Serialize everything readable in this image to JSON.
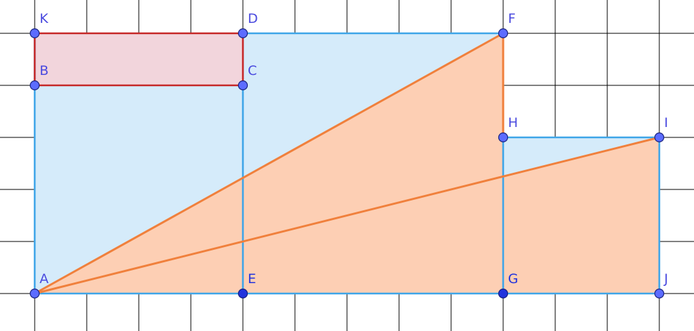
{
  "grid": {
    "color": "#000000",
    "show": true
  },
  "colors": {
    "blue_fill": "#d5ebfa",
    "blue_stroke": "#3ea5e8",
    "red_fill": "#f2d5dc",
    "red_stroke": "#c62828",
    "orange_fill": "#fdcfb4",
    "orange_stroke": "#f0803c",
    "point_fill": "#5c6cff",
    "point_fill_dark": "#2233dd",
    "point_stroke": "#1a237e",
    "label_color": "#4a4adf"
  },
  "points": [
    {
      "id": "A",
      "label": "A",
      "x": 0,
      "y": 0,
      "dark": false
    },
    {
      "id": "B",
      "label": "B",
      "x": 0,
      "y": 4,
      "dark": false
    },
    {
      "id": "C",
      "label": "C",
      "x": 4,
      "y": 4,
      "dark": false
    },
    {
      "id": "D",
      "label": "D",
      "x": 4,
      "y": 5,
      "dark": false
    },
    {
      "id": "E",
      "label": "E",
      "x": 4,
      "y": 0,
      "dark": true
    },
    {
      "id": "F",
      "label": "F",
      "x": 9,
      "y": 5,
      "dark": false
    },
    {
      "id": "G",
      "label": "G",
      "x": 9,
      "y": 0,
      "dark": true
    },
    {
      "id": "H",
      "label": "H",
      "x": 9,
      "y": 3,
      "dark": false
    },
    {
      "id": "I",
      "label": "I",
      "x": 12,
      "y": 3,
      "dark": false
    },
    {
      "id": "J",
      "label": "J",
      "x": 12,
      "y": 0,
      "dark": false
    },
    {
      "id": "K",
      "label": "K",
      "x": 0,
      "y": 5,
      "dark": false
    }
  ],
  "shapes": {
    "blue_region": [
      "A",
      "K",
      "F",
      "H",
      "I",
      "J"
    ],
    "red_rectangle": [
      "K",
      "D",
      "C",
      "B"
    ],
    "orange_triangle_upper": [
      "A",
      "F",
      "G"
    ],
    "orange_triangle_lower": [
      "A",
      "I",
      "J"
    ]
  },
  "segments": {
    "blue": [
      [
        "A",
        "K"
      ],
      [
        "D",
        "F"
      ],
      [
        "F",
        "H"
      ],
      [
        "H",
        "I"
      ],
      [
        "I",
        "J"
      ],
      [
        "A",
        "J"
      ],
      [
        "C",
        "E"
      ],
      [
        "H",
        "G"
      ]
    ],
    "red": [
      [
        "K",
        "D"
      ],
      [
        "D",
        "C"
      ],
      [
        "C",
        "B"
      ],
      [
        "B",
        "K"
      ]
    ],
    "orange": [
      [
        "A",
        "F"
      ],
      [
        "A",
        "I"
      ],
      [
        "H",
        "F"
      ]
    ]
  }
}
